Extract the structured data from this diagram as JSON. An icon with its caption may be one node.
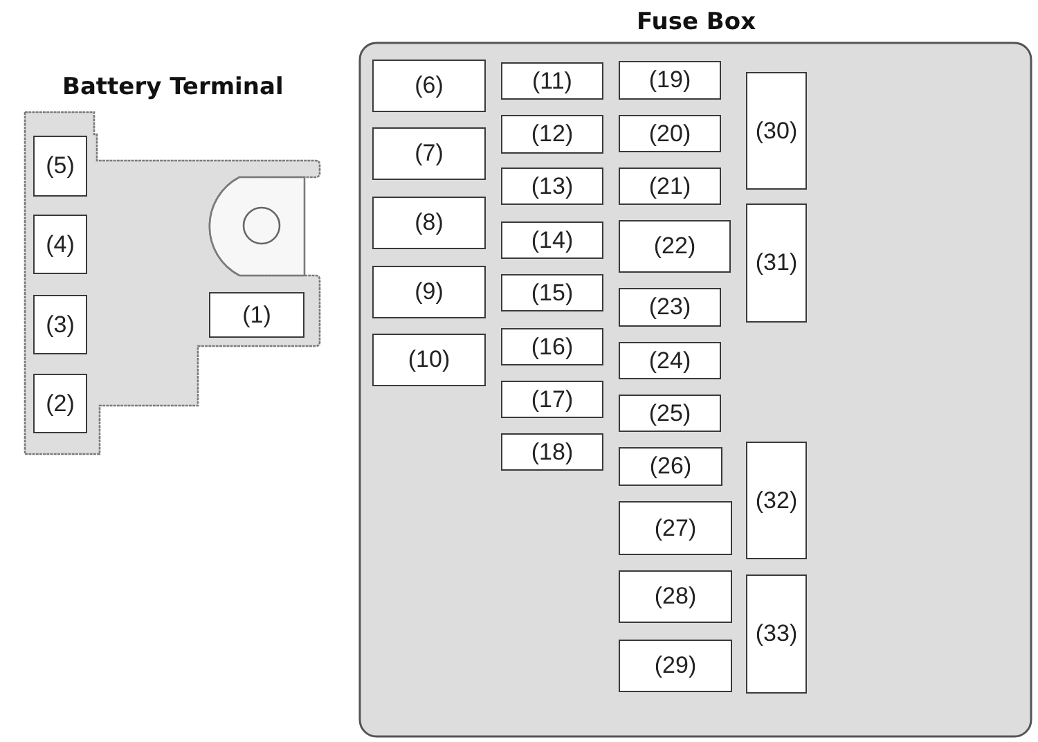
{
  "diagram": {
    "nodes": [
      {
        "text": [
          "Battery Terminal"
        ]
      },
      {
        "text": [
          "(5)"
        ],
        "in": 0
      },
      {
        "text": [
          "(4)"
        ],
        "in": 0
      },
      {
        "text": [
          "(3)"
        ],
        "in": 0
      },
      {
        "text": [
          "(2)"
        ],
        "in": 0
      },
      {
        "text": [
          "(1)"
        ],
        "in": 0
      },
      {
        "text": [
          "Fuse Box"
        ]
      },
      {
        "text": [
          "(6)"
        ],
        "in": 6
      },
      {
        "text": [
          "(7)"
        ],
        "in": 6
      },
      {
        "text": [
          "(8)"
        ],
        "in": 6
      },
      {
        "text": [
          "(9)"
        ],
        "in": 6
      },
      {
        "text": [
          "(10)"
        ],
        "in": 6
      },
      {
        "text": [
          "(11)"
        ],
        "in": 6
      },
      {
        "text": [
          "(12)"
        ],
        "in": 6
      },
      {
        "text": [
          "(13)"
        ],
        "in": 6
      },
      {
        "text": [
          "(14)"
        ],
        "in": 6
      },
      {
        "text": [
          "(15)"
        ],
        "in": 6
      },
      {
        "text": [
          "(16)"
        ],
        "in": 6
      },
      {
        "text": [
          "(17)"
        ],
        "in": 6
      },
      {
        "text": [
          "(18)"
        ],
        "in": 6
      },
      {
        "text": [
          "(19)"
        ],
        "in": 6
      },
      {
        "text": [
          "(20)"
        ],
        "in": 6
      },
      {
        "text": [
          "(21)"
        ],
        "in": 6
      },
      {
        "text": [
          "(22)"
        ],
        "in": 6
      },
      {
        "text": [
          "(23)"
        ],
        "in": 6
      },
      {
        "text": [
          "(24)"
        ],
        "in": 6
      },
      {
        "text": [
          "(25)"
        ],
        "in": 6
      },
      {
        "text": [
          "(26)"
        ],
        "in": 6
      },
      {
        "text": [
          "(27)"
        ],
        "in": 6
      },
      {
        "text": [
          "(28)"
        ],
        "in": 6
      },
      {
        "text": [
          "(29)"
        ],
        "in": 6
      },
      {
        "text": [
          "(30)"
        ],
        "in": 6
      },
      {
        "text": [
          "(31)"
        ],
        "in": 6
      },
      {
        "text": [
          "(32)"
        ],
        "in": 6
      },
      {
        "text": [
          "(33)"
        ],
        "in": 6
      }
    ],
    "edges": []
  }
}
